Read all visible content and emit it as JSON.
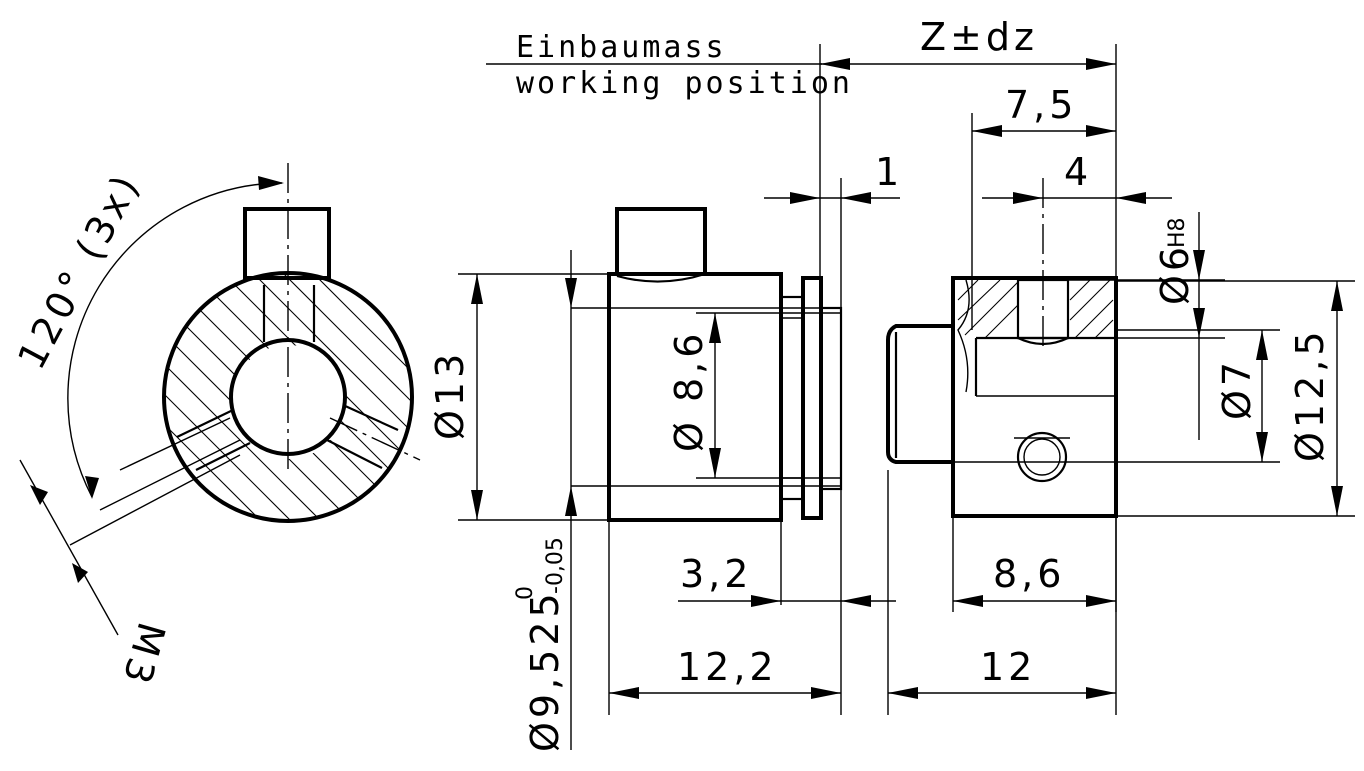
{
  "labels": {
    "einbaumass": "Einbaumass",
    "working_position": "working position"
  },
  "dimensions": {
    "z": "Z±dz",
    "d_7_5": "7,5",
    "d_1": "1",
    "d_4": "4",
    "d_6h8": "Ø6",
    "d_6h8_tol": "H8",
    "d_12_5": "Ø12,5",
    "d_7": "Ø7",
    "d_8_6_dia": "Ø 8,6",
    "d_13": "Ø13",
    "d_9_525": "Ø9,525",
    "d_9_525_tol_upper": "0",
    "d_9_525_tol_lower": "-0,05",
    "d_3_2": "3,2",
    "d_8_6": "8,6",
    "d_12_2": "12,2",
    "d_12": "12",
    "angle": "120° (3x)",
    "thread": "M3"
  }
}
